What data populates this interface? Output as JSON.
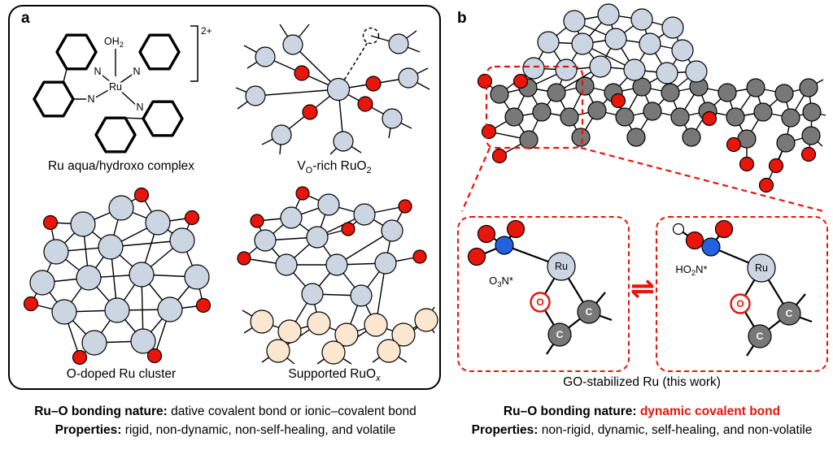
{
  "colors": {
    "ru_ball": "#ccd6e3",
    "o_ball": "#e8150b",
    "c_ball": "#787878",
    "support_ball": "#fbe7d0",
    "n_ball": "#2460df",
    "h_ball": "#ffffff",
    "accent_red": "#e8150b",
    "outline": "#000000"
  },
  "panel_a": {
    "label": "a",
    "complex": {
      "caption": "Ru aqua/hydroxo complex",
      "charge": "2+",
      "aqua_ligand": "OH",
      "aqua_sub": "2",
      "metal": "Ru",
      "n_label": "N"
    },
    "vo_ruo2": {
      "caption_v": "V",
      "caption_v_sub": "O",
      "caption_mid": "-rich RuO",
      "caption_end_sub": "2"
    },
    "cluster": {
      "caption": "O-doped Ru cluster"
    },
    "supported": {
      "caption_main": "Supported RuO",
      "caption_sub": "x"
    },
    "footer_line1_bold": "Ru–O bonding nature:",
    "footer_line1_rest": " dative covalent bond or ionic–covalent bond",
    "footer_line2_bold": "Properties:",
    "footer_line2_rest": " rigid, non-dynamic, non-self-healing, and volatile"
  },
  "panel_b": {
    "label": "b",
    "caption": "GO-stabilized Ru (this work)",
    "equilibrium_symbol": "⇌",
    "inset_left": {
      "species_o": "O",
      "species_o_sub": "3",
      "species_rest": "N*",
      "metal": "Ru",
      "oxygen": "O",
      "carbon": "C"
    },
    "inset_right": {
      "species_main": "HO",
      "species_sub": "2",
      "species_rest": "N*",
      "metal": "Ru",
      "oxygen": "O",
      "carbon": "C"
    },
    "footer_line1_bold": "Ru–O bonding nature: ",
    "footer_line1_red": "dynamic covalent bond",
    "footer_line2_bold": "Properties:",
    "footer_line2_rest": " non-rigid, dynamic, self-healing, and non-volatile"
  }
}
